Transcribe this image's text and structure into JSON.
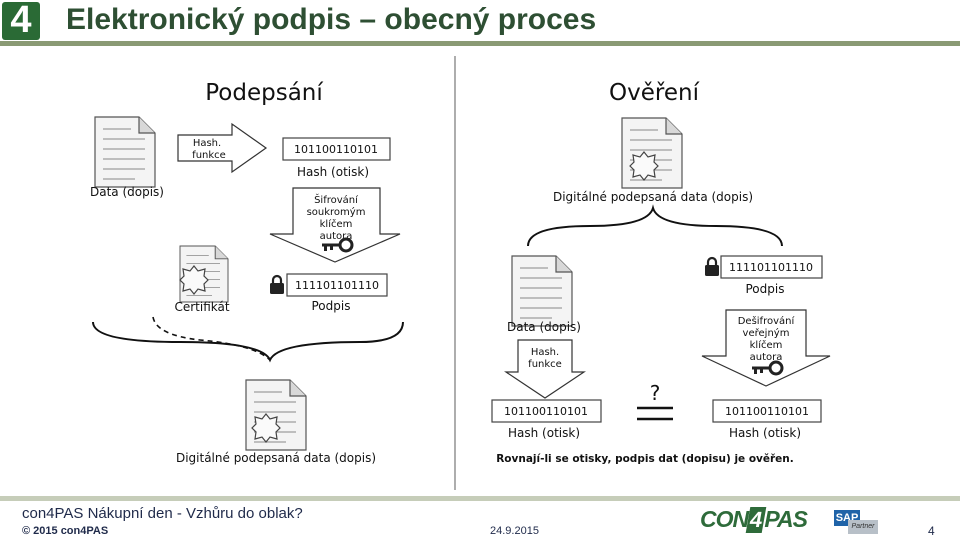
{
  "slide": {
    "logo_char": "4",
    "title": "Elektronický podpis – obecný proces"
  },
  "signing": {
    "heading": "Podepsání",
    "data_label": "Data (dopis)",
    "hash_fn": [
      "Hash.",
      "funkce"
    ],
    "hash_bits": "101100110101",
    "hash_label": "Hash (otisk)",
    "encrypt_text": [
      "Šifrování",
      "soukromým",
      "klíčem",
      "autora"
    ],
    "cert_label": "Certifikát",
    "signature_bits": "111101101110",
    "signature_label": "Podpis",
    "signed_label": "Digitálné podepsaná data (dopis)"
  },
  "verification": {
    "heading": "Ověření",
    "signed_label": "Digitálné podepsaná data (dopis)",
    "signature_bits": "111101101110",
    "signature_label": "Podpis",
    "data_label": "Data (dopis)",
    "decrypt_text": [
      "Dešifrování",
      "veřejným",
      "klíčem",
      "autora"
    ],
    "hash_fn": [
      "Hash.",
      "funkce"
    ],
    "question": "?",
    "hash_left_bits": "101100110101",
    "hash_left_label": "Hash (otisk)",
    "hash_right_bits": "101100110101",
    "hash_right_label": "Hash (otisk)",
    "conclusion": "Rovnají-li se otisky, podpis dat (dopisu) je ověřen."
  },
  "footer": {
    "subtitle": "con4PAS Nákupní den - Vzhůru do oblak?",
    "copyright": "© 2015 con4PAS",
    "date": "24.9.2015",
    "page": "4",
    "brand_con": "CON",
    "brand_4": "4",
    "brand_pas": "PAS",
    "sap_text": "SAP",
    "sap_partner": "Partner"
  }
}
